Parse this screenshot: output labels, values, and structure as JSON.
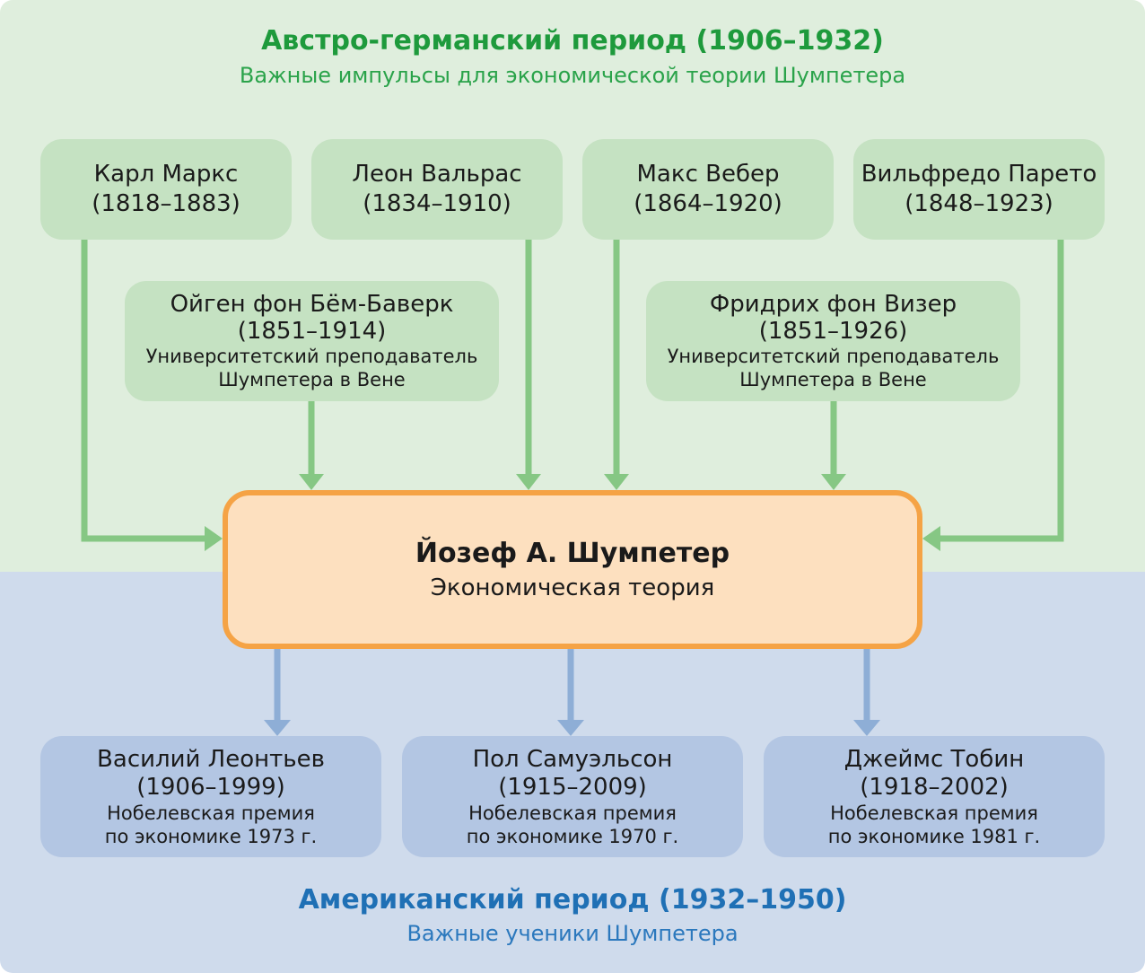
{
  "top": {
    "title": "Австро-германский период (1906–1932)",
    "subtitle": "Важные импульсы для экономической теории Шумпетера"
  },
  "influences": [
    {
      "name": "Карл Маркс",
      "years": "(1818–1883)"
    },
    {
      "name": "Леон Вальрас",
      "years": "(1834–1910)"
    },
    {
      "name": "Макс Вебер",
      "years": "(1864–1920)"
    },
    {
      "name": "Вильфредо Парето",
      "years": "(1848–1923)"
    }
  ],
  "teachers": [
    {
      "name": "Ойген фон Бём-Баверк",
      "years": "(1851–1914)",
      "note1": "Университетский преподаватель",
      "note2": "Шумпетера в Вене"
    },
    {
      "name": "Фридрих фон Визер",
      "years": "(1851–1926)",
      "note1": "Университетский преподаватель",
      "note2": "Шумпетера в Вене"
    }
  ],
  "center": {
    "name": "Йозеф А. Шумпетер",
    "subtitle": "Экономическая теория"
  },
  "students": [
    {
      "name": "Василий Леонтьев",
      "years": "(1906–1999)",
      "note1": "Нобелевская премия",
      "note2": "по экономике 1973 г."
    },
    {
      "name": "Пол Самуэльсон",
      "years": "(1915–2009)",
      "note1": "Нобелевская премия",
      "note2": "по экономике 1970 г."
    },
    {
      "name": "Джеймс Тобин",
      "years": "(1918–2002)",
      "note1": "Нобелевская премия",
      "note2": "по экономике 1981 г."
    }
  ],
  "bottom": {
    "title": "Американский период (1932–1950)",
    "subtitle": "Важные ученики Шумпетера"
  },
  "colors": {
    "green_arrow": "#86c784",
    "blue_arrow": "#8eaed6",
    "orange": "#f5a345"
  }
}
